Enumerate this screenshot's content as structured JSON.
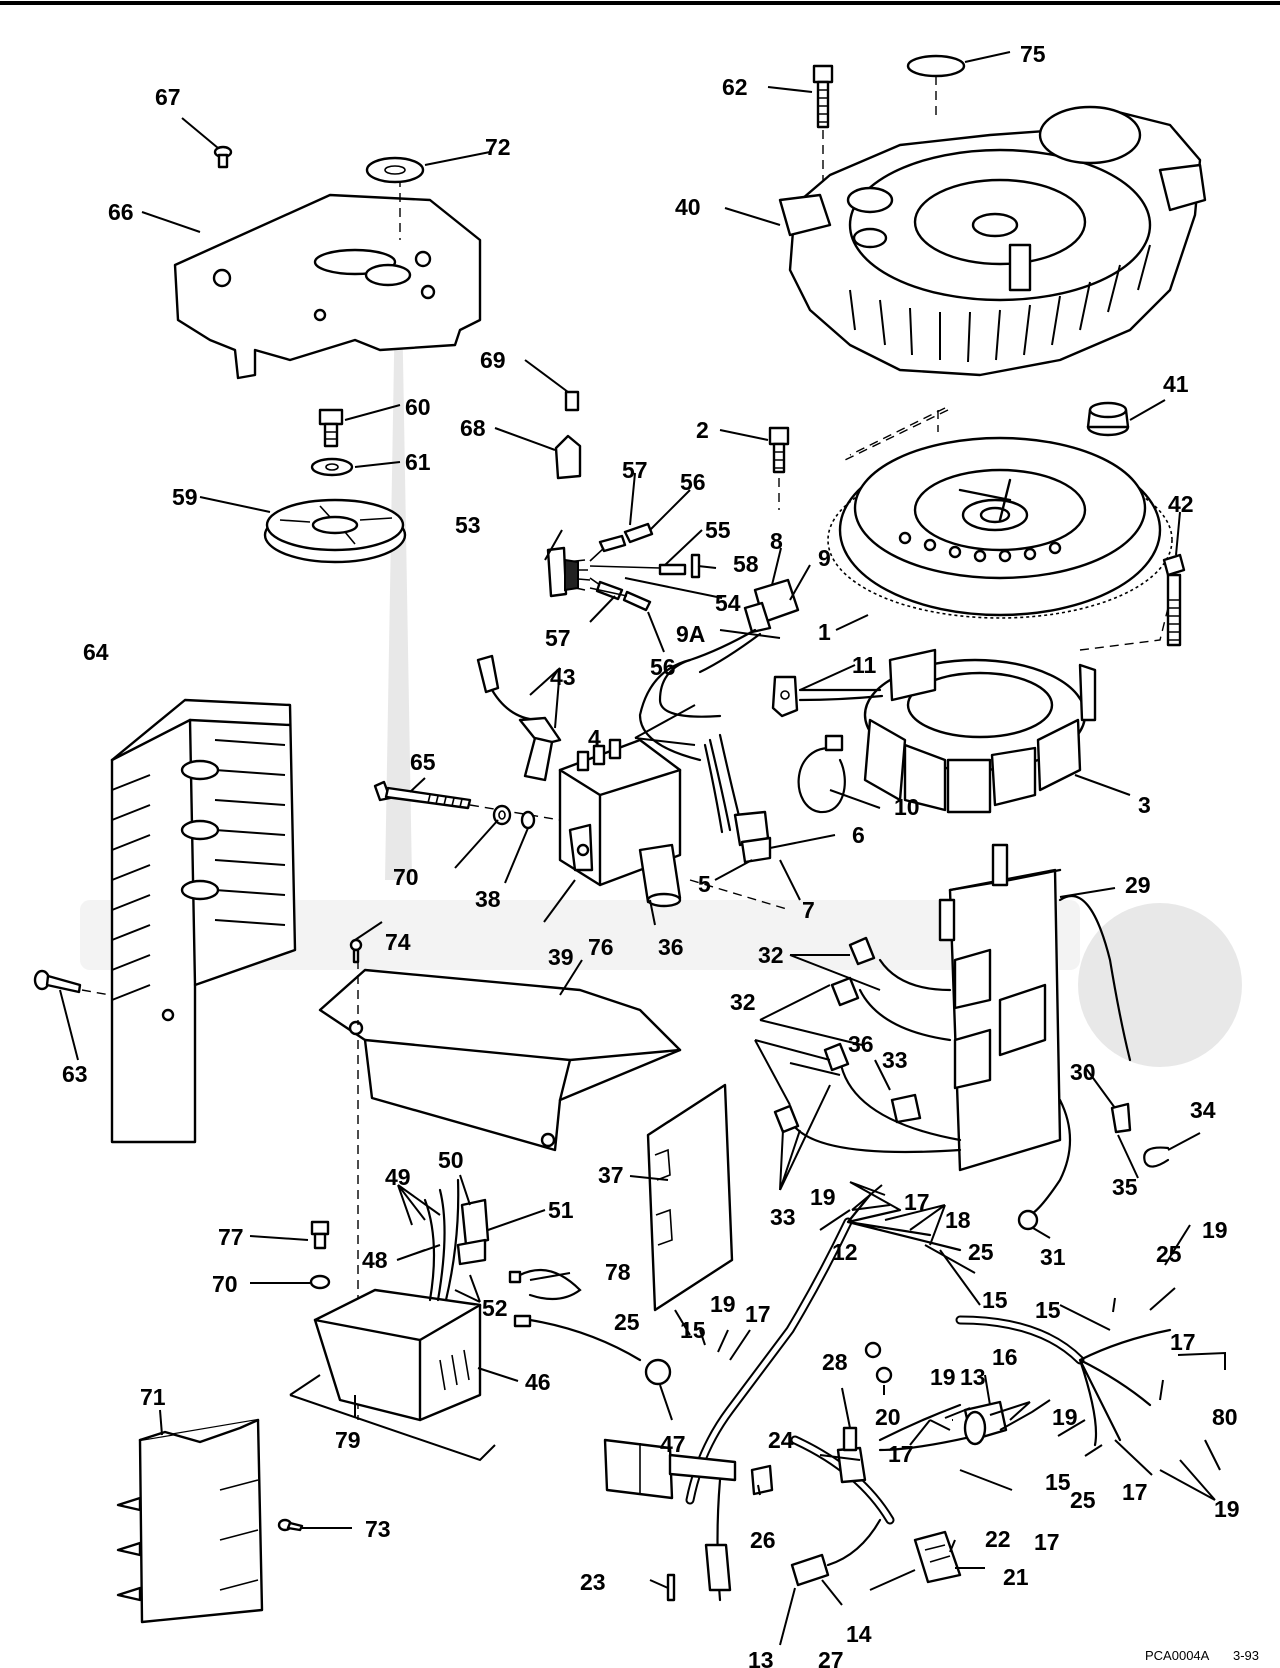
{
  "drawing": {
    "code": "PCA0004A",
    "date": "3-93"
  },
  "callouts": [
    {
      "id": "c1",
      "label": "1"
    },
    {
      "id": "c2",
      "label": "2"
    },
    {
      "id": "c3",
      "label": "3"
    },
    {
      "id": "c4",
      "label": "4"
    },
    {
      "id": "c5",
      "label": "5"
    },
    {
      "id": "c6",
      "label": "6"
    },
    {
      "id": "c7",
      "label": "7"
    },
    {
      "id": "c8",
      "label": "8"
    },
    {
      "id": "c9",
      "label": "9"
    },
    {
      "id": "c9a",
      "label": "9A"
    },
    {
      "id": "c10",
      "label": "10"
    },
    {
      "id": "c11",
      "label": "11"
    },
    {
      "id": "c12",
      "label": "12"
    },
    {
      "id": "c13a",
      "label": "13"
    },
    {
      "id": "c13b",
      "label": "13"
    },
    {
      "id": "c14",
      "label": "14"
    },
    {
      "id": "c15a",
      "label": "15"
    },
    {
      "id": "c15b",
      "label": "15"
    },
    {
      "id": "c15c",
      "label": "15"
    },
    {
      "id": "c15d",
      "label": "15"
    },
    {
      "id": "c16",
      "label": "16"
    },
    {
      "id": "c17a",
      "label": "17"
    },
    {
      "id": "c17b",
      "label": "17"
    },
    {
      "id": "c17c",
      "label": "17"
    },
    {
      "id": "c17d",
      "label": "17"
    },
    {
      "id": "c17e",
      "label": "17"
    },
    {
      "id": "c17f",
      "label": "17"
    },
    {
      "id": "c18",
      "label": "18"
    },
    {
      "id": "c19a",
      "label": "19"
    },
    {
      "id": "c19b",
      "label": "19"
    },
    {
      "id": "c19c",
      "label": "19"
    },
    {
      "id": "c19d",
      "label": "19"
    },
    {
      "id": "c19e",
      "label": "19"
    },
    {
      "id": "c19f",
      "label": "19"
    },
    {
      "id": "c20",
      "label": "20"
    },
    {
      "id": "c21",
      "label": "21"
    },
    {
      "id": "c22",
      "label": "22"
    },
    {
      "id": "c23",
      "label": "23"
    },
    {
      "id": "c24",
      "label": "24"
    },
    {
      "id": "c25a",
      "label": "25"
    },
    {
      "id": "c25b",
      "label": "25"
    },
    {
      "id": "c25c",
      "label": "25"
    },
    {
      "id": "c25d",
      "label": "25"
    },
    {
      "id": "c26",
      "label": "26"
    },
    {
      "id": "c27",
      "label": "27"
    },
    {
      "id": "c28",
      "label": "28"
    },
    {
      "id": "c29",
      "label": "29"
    },
    {
      "id": "c30",
      "label": "30"
    },
    {
      "id": "c31",
      "label": "31"
    },
    {
      "id": "c32a",
      "label": "32"
    },
    {
      "id": "c32b",
      "label": "32"
    },
    {
      "id": "c33a",
      "label": "33"
    },
    {
      "id": "c33b",
      "label": "33"
    },
    {
      "id": "c34",
      "label": "34"
    },
    {
      "id": "c35",
      "label": "35"
    },
    {
      "id": "c36a",
      "label": "36"
    },
    {
      "id": "c36b",
      "label": "36"
    },
    {
      "id": "c37",
      "label": "37"
    },
    {
      "id": "c38",
      "label": "38"
    },
    {
      "id": "c39",
      "label": "39"
    },
    {
      "id": "c40",
      "label": "40"
    },
    {
      "id": "c41",
      "label": "41"
    },
    {
      "id": "c42",
      "label": "42"
    },
    {
      "id": "c43",
      "label": "43"
    },
    {
      "id": "c46",
      "label": "46"
    },
    {
      "id": "c47",
      "label": "47"
    },
    {
      "id": "c48",
      "label": "48"
    },
    {
      "id": "c49",
      "label": "49"
    },
    {
      "id": "c50",
      "label": "50"
    },
    {
      "id": "c51",
      "label": "51"
    },
    {
      "id": "c52",
      "label": "52"
    },
    {
      "id": "c53",
      "label": "53"
    },
    {
      "id": "c54",
      "label": "54"
    },
    {
      "id": "c55",
      "label": "55"
    },
    {
      "id": "c56a",
      "label": "56"
    },
    {
      "id": "c56b",
      "label": "56"
    },
    {
      "id": "c57a",
      "label": "57"
    },
    {
      "id": "c57b",
      "label": "57"
    },
    {
      "id": "c58",
      "label": "58"
    },
    {
      "id": "c59",
      "label": "59"
    },
    {
      "id": "c60",
      "label": "60"
    },
    {
      "id": "c61",
      "label": "61"
    },
    {
      "id": "c62",
      "label": "62"
    },
    {
      "id": "c63",
      "label": "63"
    },
    {
      "id": "c64",
      "label": "64"
    },
    {
      "id": "c65",
      "label": "65"
    },
    {
      "id": "c66",
      "label": "66"
    },
    {
      "id": "c67",
      "label": "67"
    },
    {
      "id": "c68",
      "label": "68"
    },
    {
      "id": "c69",
      "label": "69"
    },
    {
      "id": "c70a",
      "label": "70"
    },
    {
      "id": "c70b",
      "label": "70"
    },
    {
      "id": "c71",
      "label": "71"
    },
    {
      "id": "c72",
      "label": "72"
    },
    {
      "id": "c73",
      "label": "73"
    },
    {
      "id": "c74",
      "label": "74"
    },
    {
      "id": "c75",
      "label": "75"
    },
    {
      "id": "c76",
      "label": "76"
    },
    {
      "id": "c77",
      "label": "77"
    },
    {
      "id": "c78",
      "label": "78"
    },
    {
      "id": "c79",
      "label": "79"
    },
    {
      "id": "c80",
      "label": "80"
    }
  ]
}
